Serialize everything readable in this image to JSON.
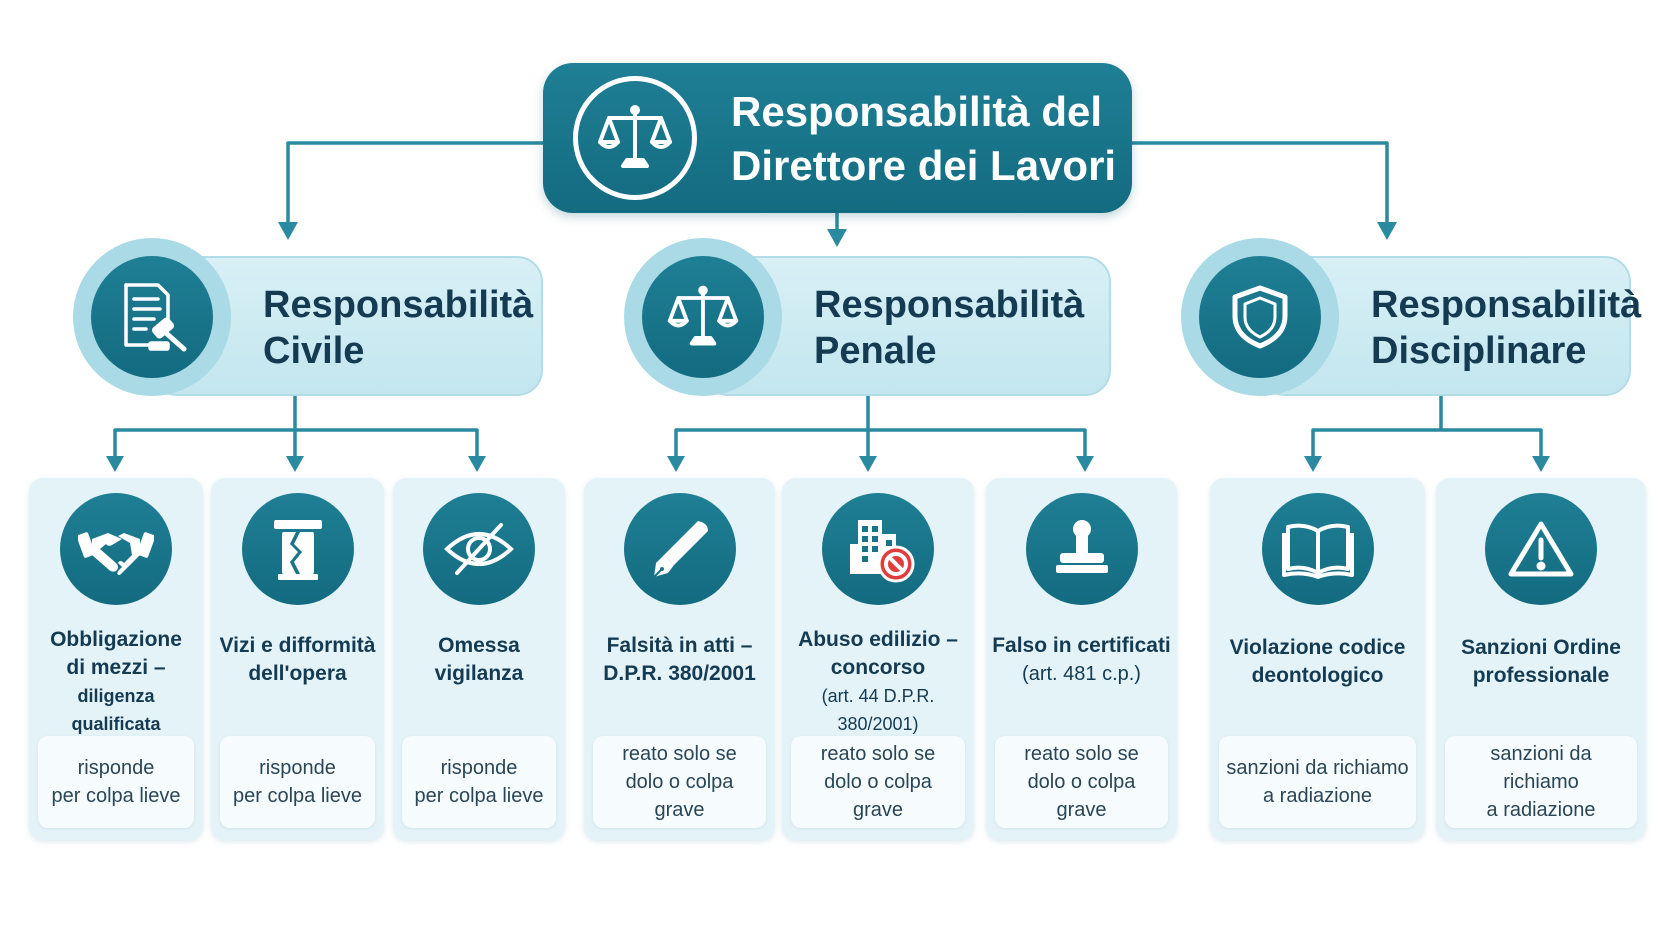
{
  "root": {
    "title": "Responsabilità del\nDirettore dei Lavori",
    "icon": "scales-icon"
  },
  "categories": [
    {
      "title": "Responsabilità\nCivile",
      "icon": "document-gavel-icon"
    },
    {
      "title": "Responsabilità\nPenale",
      "icon": "scales-icon"
    },
    {
      "title": "Responsabilità\nDisciplinare",
      "icon": "shield-icon"
    }
  ],
  "cards": [
    {
      "icon": "handshake-icon",
      "title_lines": [
        "Obbligazione",
        "di mezzi –",
        "diligenza qualificata"
      ],
      "note": "risponde\nper colpa lieve"
    },
    {
      "icon": "broken-column-icon",
      "title_lines": [
        "Vizi e difformità",
        "dell'opera"
      ],
      "note": "risponde\nper colpa lieve"
    },
    {
      "icon": "eye-slash-icon",
      "title_lines": [
        "Omessa",
        "vigilanza"
      ],
      "note": "risponde\nper colpa lieve"
    },
    {
      "icon": "fountain-pen-icon",
      "title_lines": [
        "Falsità in atti –",
        "D.P.R. 380/2001"
      ],
      "note": "reato solo se\ndolo o colpa grave"
    },
    {
      "icon": "building-prohibited-icon",
      "title_lines": [
        "Abuso edilizio –",
        "concorso",
        "(art. 44 D.P.R. 380/2001)"
      ],
      "note": "reato solo se\ndolo o colpa grave"
    },
    {
      "icon": "stamp-icon",
      "title_lines": [
        "Falso in certificati",
        "(art. 481 c.p.)"
      ],
      "note": "reato solo se\ndolo o colpa grave"
    },
    {
      "icon": "open-book-icon",
      "title_lines": [
        "Violazione codice",
        "deontologico"
      ],
      "note": "sanzioni da richiamo\na radiazione"
    },
    {
      "icon": "warning-triangle-icon",
      "title_lines": [
        "Sanzioni Ordine",
        "professionale"
      ],
      "note": "sanzioni da richiamo\na radiazione"
    }
  ],
  "colors": {
    "primary": "#1a7489",
    "connector": "#2a8aa0",
    "category_bg": "#cdebf2",
    "card_bg": "#e4f3f8"
  }
}
